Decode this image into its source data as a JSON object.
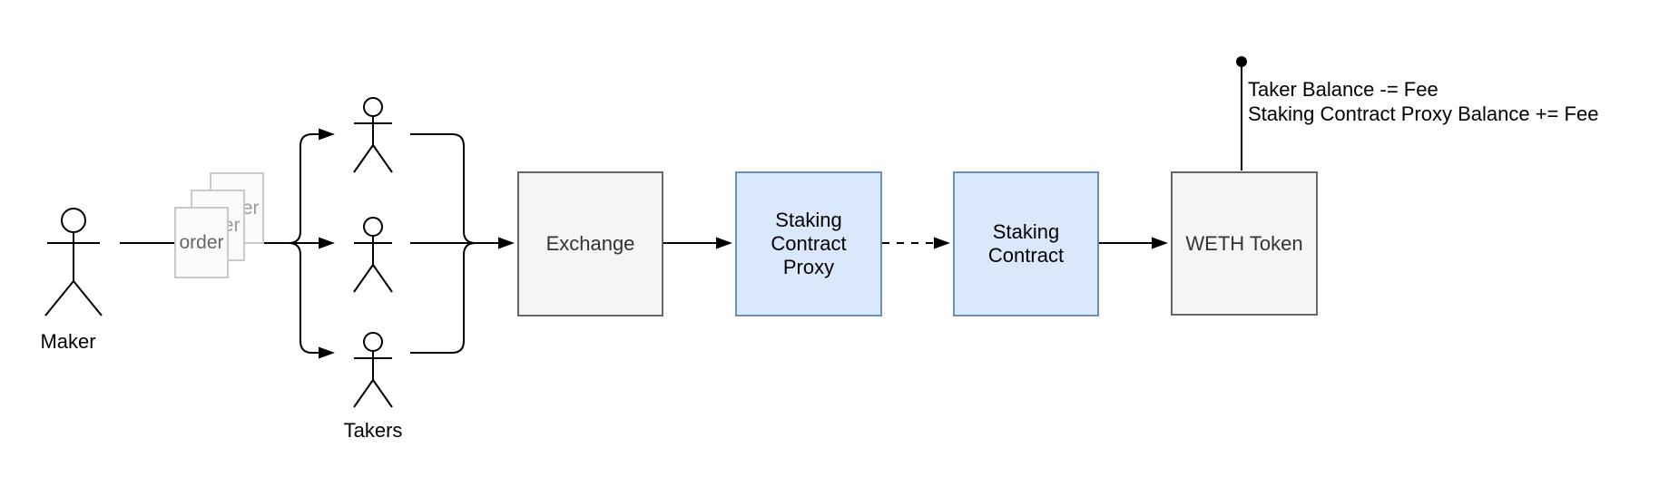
{
  "diagram": {
    "actors": {
      "maker": {
        "label": "Maker"
      },
      "takers": {
        "label": "Takers"
      }
    },
    "order_stack": {
      "page_label": "order",
      "page_count": 3
    },
    "nodes": [
      {
        "label": "Exchange",
        "variant": "gray"
      },
      {
        "label": "Staking Contract Proxy",
        "variant": "blue"
      },
      {
        "label": "Staking Contract",
        "variant": "blue"
      },
      {
        "label": "WETH Token",
        "variant": "gray"
      }
    ],
    "edges": [
      {
        "from": "Maker",
        "to": "Takers",
        "style": "solid-fork"
      },
      {
        "from": "Takers",
        "to": "Exchange",
        "style": "solid-merge"
      },
      {
        "from": "Exchange",
        "to": "Staking Contract Proxy",
        "style": "solid"
      },
      {
        "from": "Staking Contract Proxy",
        "to": "Staking Contract",
        "style": "dashed"
      },
      {
        "from": "Staking Contract",
        "to": "WETH Token",
        "style": "solid"
      }
    ],
    "annotation": {
      "line1": "Taker Balance -= Fee",
      "line2": "Staking Contract Proxy Balance += Fee"
    },
    "colors": {
      "node_gray_fill": "#f5f5f5",
      "node_gray_border": "#666666",
      "node_gray_text": "#333333",
      "node_blue_fill": "#dae8fc",
      "node_blue_border": "#6c8ebf",
      "node_blue_text": "#000000",
      "connector": "#000000",
      "page_fill": "#fbfbfb",
      "page_border": "#c9c9c9",
      "page_text": "#666666",
      "background": "#ffffff"
    }
  }
}
